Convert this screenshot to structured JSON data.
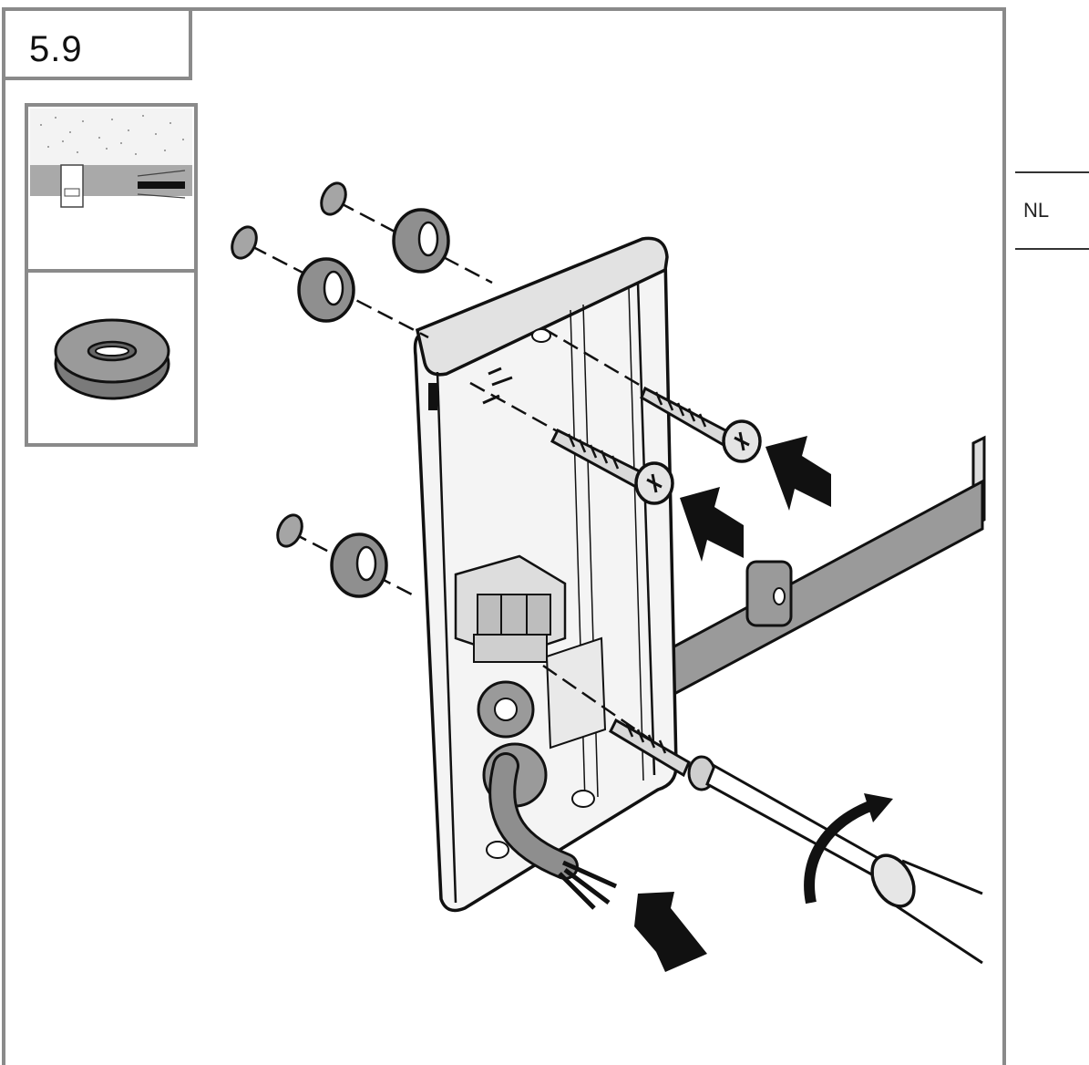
{
  "step": {
    "number": "5.9"
  },
  "language": {
    "code": "NL"
  },
  "illustration": {
    "subject": "wall-mounting",
    "icons": [
      "wall-section-detail",
      "rubber-grommet",
      "washer",
      "screw",
      "screwdriver",
      "cable",
      "wall-bracket",
      "push-arrow",
      "rotate-arrow"
    ]
  },
  "colors": {
    "line": "#111111",
    "frame": "#8a8a8a",
    "fill_grey": "#9a9a9a",
    "fill_light": "#e8e8e8"
  }
}
